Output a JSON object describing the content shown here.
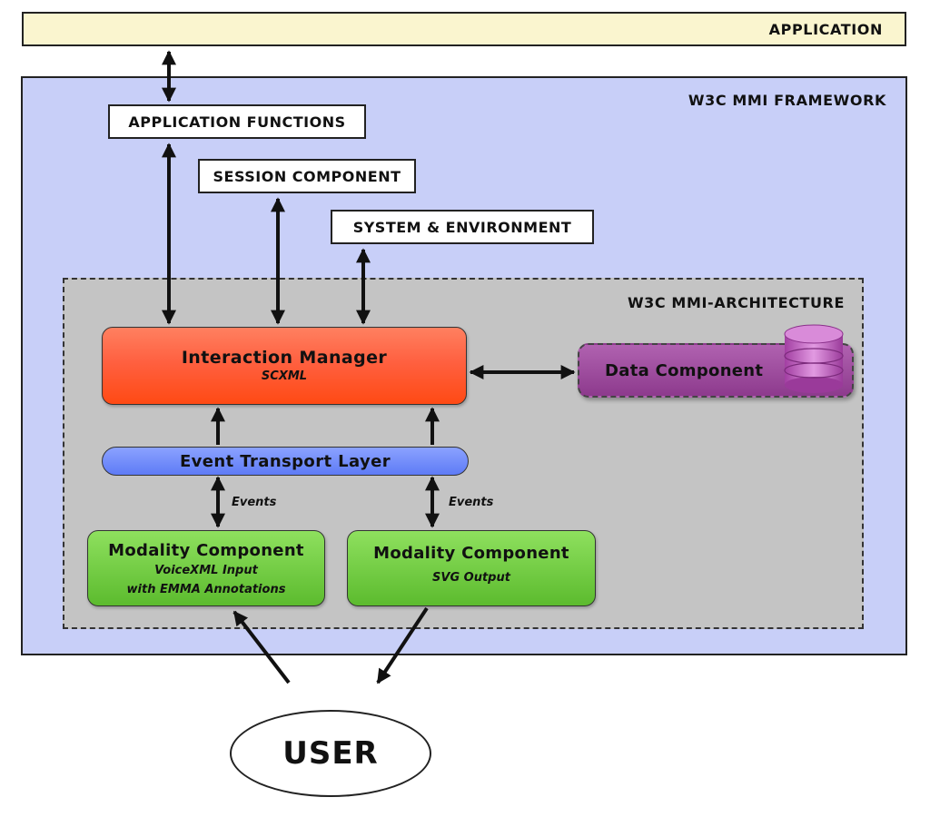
{
  "application": {
    "label": "APPLICATION"
  },
  "framework": {
    "title": "W3C MMI FRAMEWORK"
  },
  "boxes": {
    "application_functions": "APPLICATION FUNCTIONS",
    "session_component": "SESSION COMPONENT",
    "system_environment": "SYSTEM & ENVIRONMENT"
  },
  "architecture": {
    "title": "W3C MMI-ARCHITECTURE"
  },
  "interaction_manager": {
    "title": "Interaction Manager",
    "subtitle": "SCXML"
  },
  "data_component": {
    "label": "Data Component",
    "icon": "database-icon",
    "color": "#9b4b9b"
  },
  "event_transport": {
    "label": "Event Transport Layer",
    "color": "#6e8bf8"
  },
  "events": {
    "left": "Events",
    "right": "Events"
  },
  "modality_left": {
    "title": "Modality Component",
    "line1": "VoiceXML Input",
    "line2": "with EMMA Annotations"
  },
  "modality_right": {
    "title": "Modality Component",
    "subtitle": "SVG Output"
  },
  "user": {
    "label": "USER"
  },
  "colors": {
    "application_bg": "#faf5cf",
    "framework_bg": "#c8cff8",
    "architecture_bg": "#c4c4c4",
    "interaction_manager": "#ff5a2a",
    "modality": "#6cc83c"
  }
}
